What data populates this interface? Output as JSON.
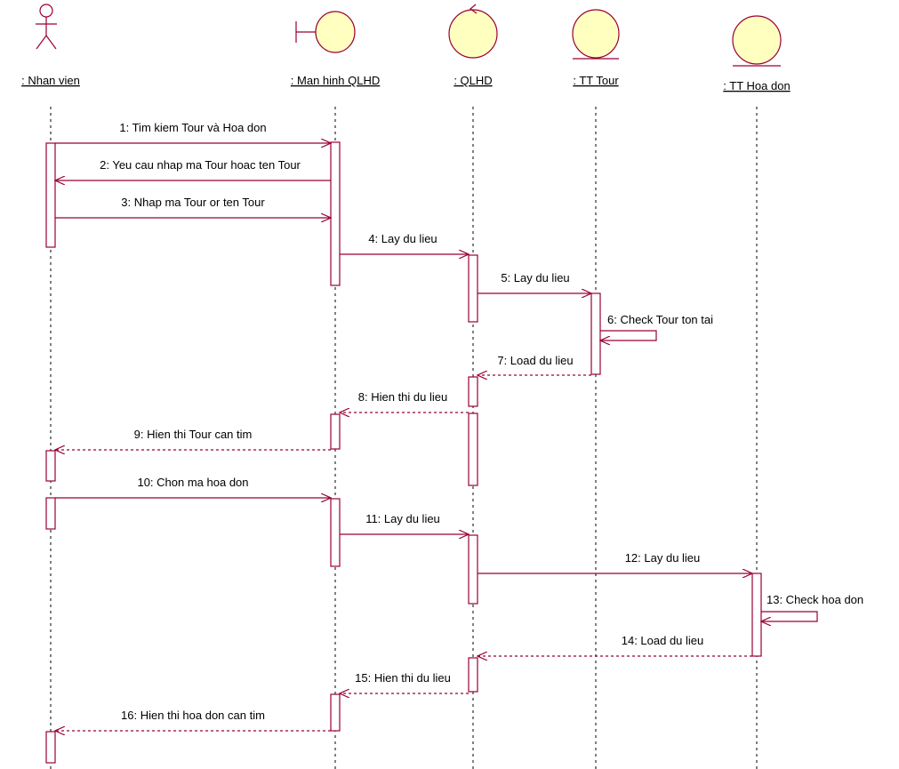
{
  "diagram": {
    "type": "uml-sequence",
    "lifelines": [
      {
        "id": "nhanvien",
        "kind": "actor",
        "label": ": Nhan vien"
      },
      {
        "id": "manhinh",
        "kind": "boundary",
        "label": ": Man hinh QLHD"
      },
      {
        "id": "qlhd",
        "kind": "control",
        "label": ": QLHD"
      },
      {
        "id": "tttour",
        "kind": "entity",
        "label": ": TT Tour"
      },
      {
        "id": "tthoadon",
        "kind": "entity",
        "label": ": TT Hoa don"
      }
    ],
    "messages": [
      {
        "n": 1,
        "from": "nhanvien",
        "to": "manhinh",
        "kind": "sync",
        "label": "1: Tim kiem Tour và Hoa don"
      },
      {
        "n": 2,
        "from": "manhinh",
        "to": "nhanvien",
        "kind": "sync",
        "label": "2: Yeu cau nhap ma Tour hoac ten Tour"
      },
      {
        "n": 3,
        "from": "nhanvien",
        "to": "manhinh",
        "kind": "sync",
        "label": "3: Nhap ma Tour or  ten Tour"
      },
      {
        "n": 4,
        "from": "manhinh",
        "to": "qlhd",
        "kind": "sync",
        "label": "4: Lay du lieu"
      },
      {
        "n": 5,
        "from": "qlhd",
        "to": "tttour",
        "kind": "sync",
        "label": "5: Lay du lieu"
      },
      {
        "n": 6,
        "from": "tttour",
        "to": "tttour",
        "kind": "self",
        "label": "6: Check Tour  ton tai"
      },
      {
        "n": 7,
        "from": "tttour",
        "to": "qlhd",
        "kind": "return",
        "label": "7: Load du lieu"
      },
      {
        "n": 8,
        "from": "qlhd",
        "to": "manhinh",
        "kind": "return",
        "label": "8: Hien thi du lieu"
      },
      {
        "n": 9,
        "from": "manhinh",
        "to": "nhanvien",
        "kind": "return",
        "label": "9: Hien thi Tour can tim"
      },
      {
        "n": 10,
        "from": "nhanvien",
        "to": "manhinh",
        "kind": "sync",
        "label": "10: Chon ma hoa don"
      },
      {
        "n": 11,
        "from": "manhinh",
        "to": "qlhd",
        "kind": "sync",
        "label": "11: Lay du lieu"
      },
      {
        "n": 12,
        "from": "qlhd",
        "to": "tthoadon",
        "kind": "sync",
        "label": "12: Lay du lieu"
      },
      {
        "n": 13,
        "from": "tthoadon",
        "to": "tthoadon",
        "kind": "self",
        "label": "13: Check hoa don"
      },
      {
        "n": 14,
        "from": "tthoadon",
        "to": "qlhd",
        "kind": "return",
        "label": "14: Load du lieu"
      },
      {
        "n": 15,
        "from": "qlhd",
        "to": "manhinh",
        "kind": "return",
        "label": "15: Hien thi du lieu"
      },
      {
        "n": 16,
        "from": "manhinh",
        "to": "nhanvien",
        "kind": "return",
        "label": "16: Hien thi hoa don can tim"
      }
    ],
    "colors": {
      "message": "#990033",
      "activation": "#990033",
      "object_fill": "#ffffc0",
      "object_stroke": "#990033",
      "lifeline": "#000000",
      "text": "#000000"
    }
  }
}
